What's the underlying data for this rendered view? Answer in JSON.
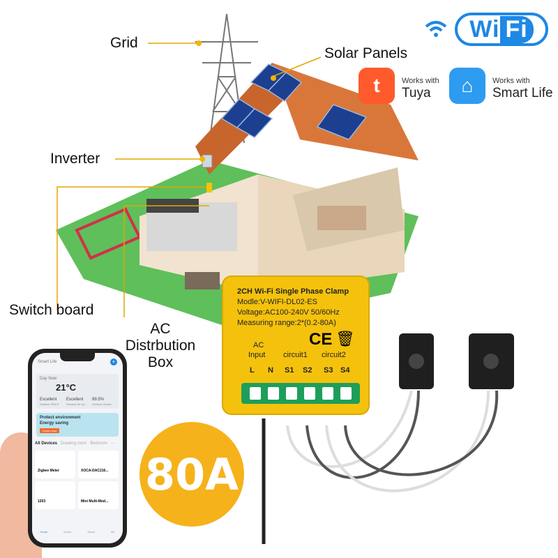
{
  "labels": {
    "grid": "Grid",
    "solar_panels": "Solar Panels",
    "inverter": "Inverter",
    "switch_board": "Switch board",
    "ac_box": [
      "AC",
      "Distrbution",
      "Box"
    ]
  },
  "badges": {
    "wifi": {
      "left": "Wi",
      "right": "Fi",
      "color": "#1e88e5"
    },
    "tuya": {
      "works_with": "Works with",
      "name": "Tuya",
      "color": "#ff5a2c",
      "icon": "tuya-logo-icon"
    },
    "smart_life": {
      "works_with": "Works with",
      "name": "Smart Life",
      "color": "#2d9cf0",
      "icon": "home-icon"
    }
  },
  "device": {
    "title": "2CH Wi-Fi Single Phase Clamp",
    "model": "Modle:V-WIFI-DL02-ES",
    "voltage": "Voltage:AC100-240V 50/60Hz",
    "range": "Measuring range:2*(0.2-80A)",
    "ce_mark": "CE",
    "groups": {
      "ac": [
        "AC",
        "Input"
      ],
      "circuit1": "circuit1",
      "circuit2": "circuit2"
    },
    "pins": [
      "L",
      "N",
      "S1",
      "S2",
      "S3",
      "S4"
    ],
    "color": "#f4c20d"
  },
  "current_badge": "80A",
  "phone": {
    "app_title": "Smart Life",
    "weather_label": "Day Now",
    "temperature": "21°C",
    "stats": [
      {
        "value": "Excellent",
        "label": "Outdoor PM2.5"
      },
      {
        "value": "Excellent",
        "label": "Outdoor Air Qu..."
      },
      {
        "value": "89.5%",
        "label": "Outdoor Humid..."
      }
    ],
    "banner": {
      "line1": "Protect environment",
      "line2": "Energy saving",
      "button": "Learn more"
    },
    "tabs": [
      "All Devices",
      "Drawing room",
      "Bedroom",
      "···"
    ],
    "devices": [
      "Zigbee Meter",
      "XOCA-DAC216...",
      "1203",
      "Mini Multi-Mod..."
    ],
    "nav": [
      "Home",
      "Scene",
      "Smart",
      "Me"
    ]
  }
}
